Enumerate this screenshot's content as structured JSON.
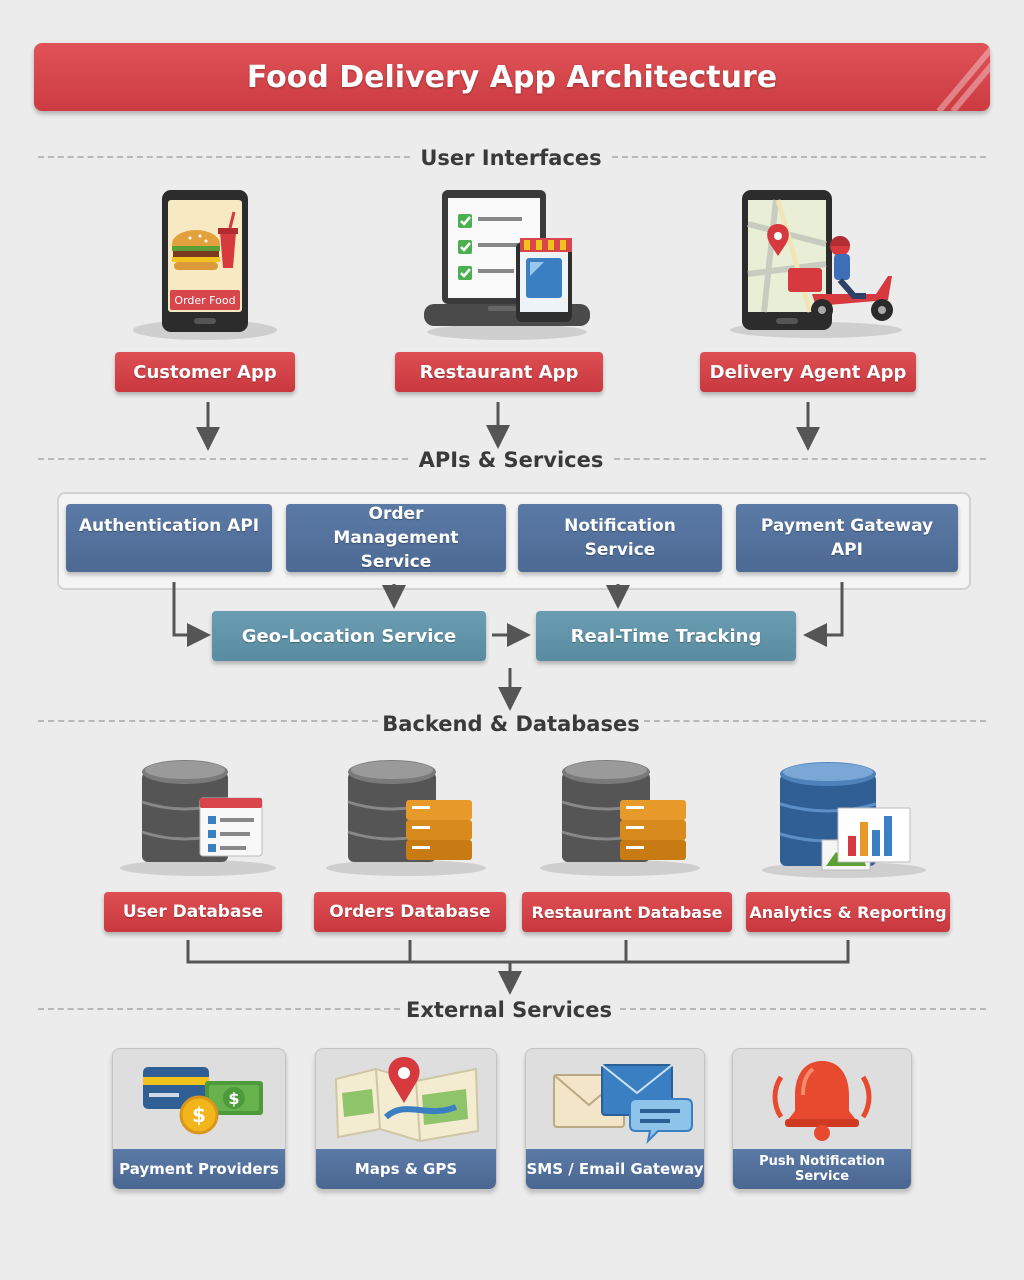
{
  "banner": {
    "title": "Food Delivery App Architecture"
  },
  "sections": {
    "user_interfaces": "User Interfaces",
    "apis_services": "APIs & Services",
    "backend_databases": "Backend & Databases",
    "external_services": "External Services"
  },
  "user_interfaces": {
    "customer_app": "Customer App",
    "customer_screen_button": "Order Food",
    "restaurant_app": "Restaurant App",
    "delivery_agent_app": "Delivery Agent App"
  },
  "apis": {
    "authentication": "Authentication API",
    "order_management": "Order Management Service",
    "notification": "Notification Service",
    "payment_gateway": "Payment Gateway API",
    "geo_location": "Geo-Location Service",
    "real_time_tracking": "Real-Time Tracking"
  },
  "databases": {
    "user_db": "User Database",
    "orders_db": "Orders Database",
    "restaurant_db": "Restaurant Database",
    "analytics": "Analytics & Reporting"
  },
  "external": {
    "payment_providers": "Payment Providers",
    "maps_gps": "Maps & GPS",
    "sms_email": "SMS / Email Gateway",
    "push_notification": "Push Notification Service"
  },
  "icons": {
    "customer_app": "phone-burger-icon",
    "restaurant_app": "laptop-checklist-icon",
    "delivery_agent_app": "phone-map-scooter-icon",
    "user_db": "database-form-icon",
    "orders_db": "database-boxes-icon",
    "restaurant_db": "database-boxes-icon",
    "analytics": "database-chart-icon",
    "payment_providers": "credit-card-cash-icon",
    "maps_gps": "map-pin-icon",
    "sms_email": "envelope-chat-icon",
    "push_notification": "bell-icon"
  },
  "colors": {
    "banner_red": "#d8454b",
    "label_red": "#d64449",
    "api_blue": "#5573a0",
    "service_teal": "#6396ab",
    "background": "#ececec"
  }
}
